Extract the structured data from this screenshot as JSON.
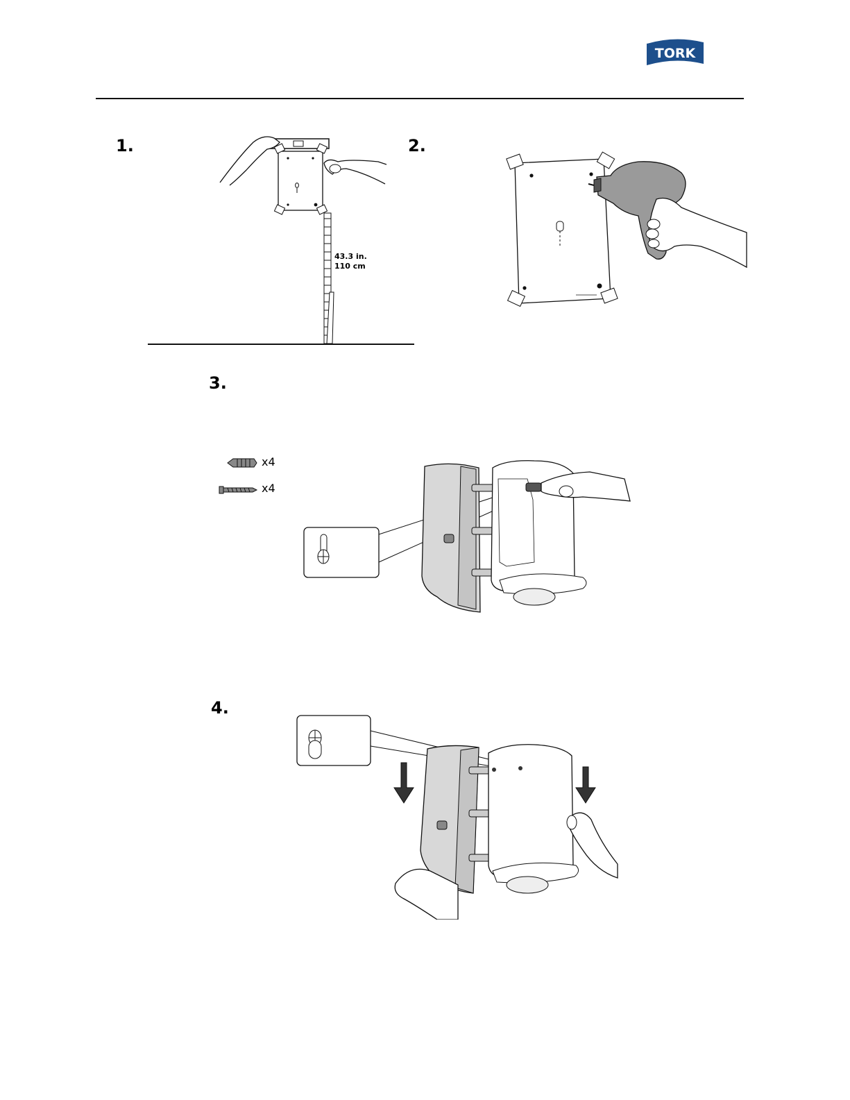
{
  "header": {
    "brand": "TORK"
  },
  "steps": [
    {
      "number": "1."
    },
    {
      "number": "2."
    },
    {
      "number": "3."
    },
    {
      "number": "4."
    }
  ],
  "step1": {
    "height_in": "43.3 in.",
    "height_cm": "110 cm"
  },
  "step3": {
    "parts": [
      {
        "name": "wall-plug",
        "quantity": "x4"
      },
      {
        "name": "screw",
        "quantity": "x4"
      }
    ]
  },
  "colors": {
    "brand_blue": "#1d4f8c",
    "line": "#111111"
  }
}
